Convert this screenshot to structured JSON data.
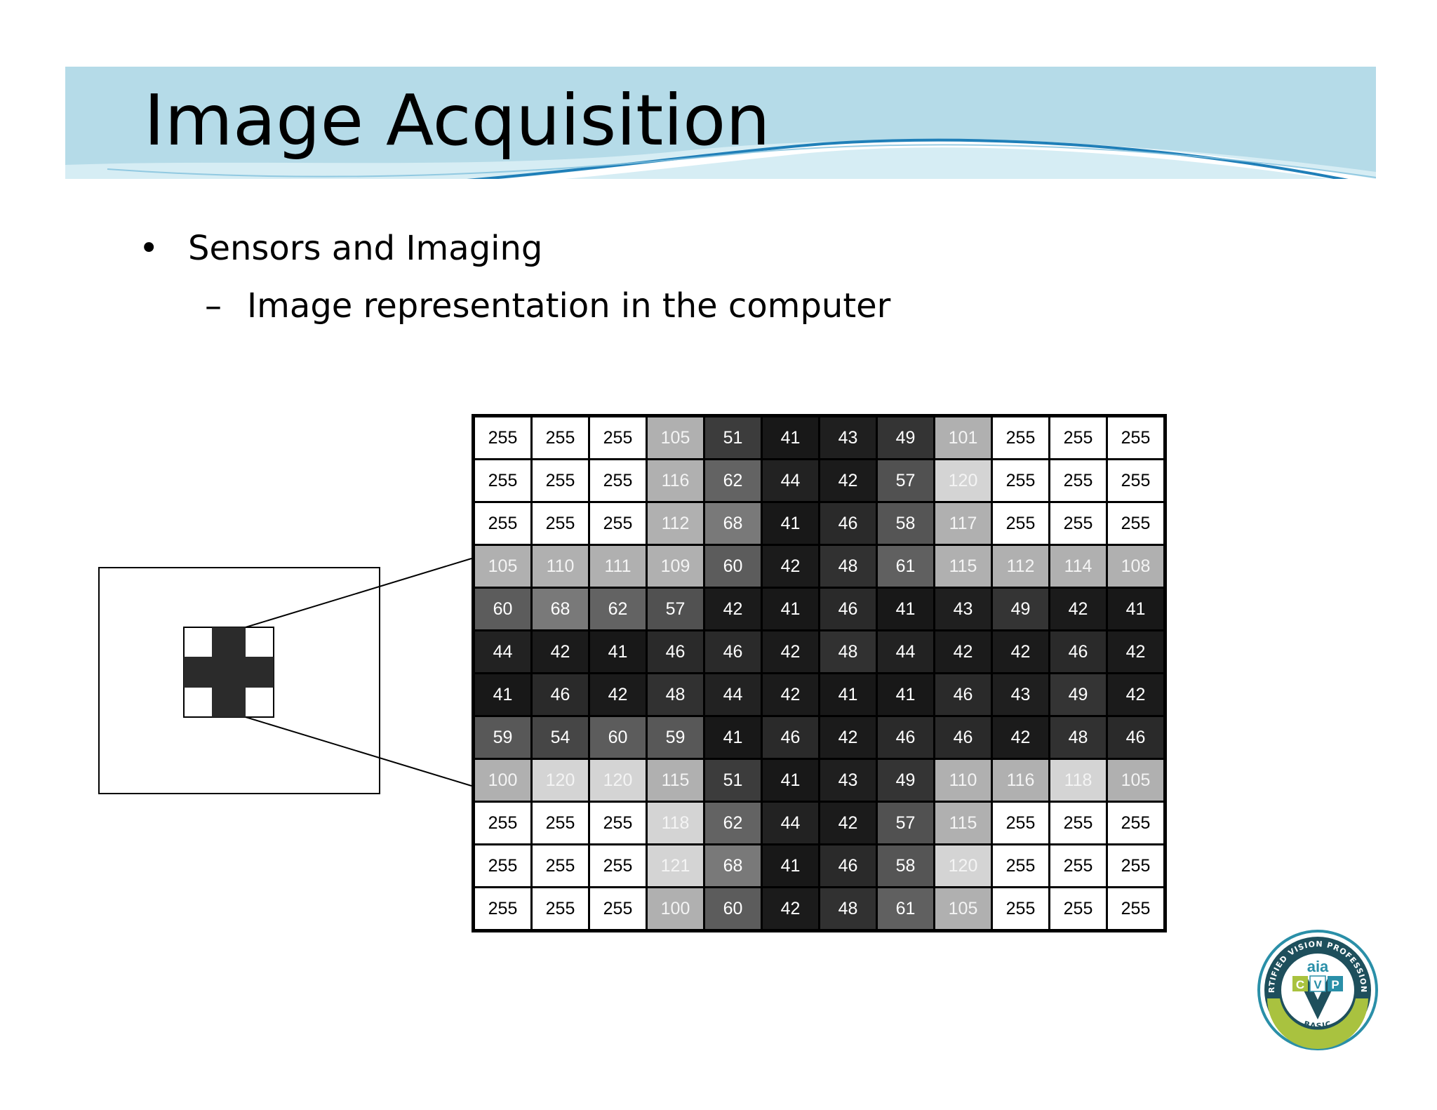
{
  "slide": {
    "title": "Image Acquisition",
    "bullets": [
      {
        "marker": "•",
        "text": "Sensors and Imaging"
      },
      {
        "marker": "–",
        "text": "Image representation in the computer"
      }
    ]
  },
  "pixel_grid": {
    "rows": [
      [
        255,
        255,
        255,
        105,
        51,
        41,
        43,
        49,
        101,
        255,
        255,
        255
      ],
      [
        255,
        255,
        255,
        116,
        62,
        44,
        42,
        57,
        120,
        255,
        255,
        255
      ],
      [
        255,
        255,
        255,
        112,
        68,
        41,
        46,
        58,
        117,
        255,
        255,
        255
      ],
      [
        105,
        110,
        111,
        109,
        60,
        42,
        48,
        61,
        115,
        112,
        114,
        108
      ],
      [
        60,
        68,
        62,
        57,
        42,
        41,
        46,
        41,
        43,
        49,
        42,
        41
      ],
      [
        44,
        42,
        41,
        46,
        46,
        42,
        48,
        44,
        42,
        42,
        46,
        42
      ],
      [
        41,
        46,
        42,
        48,
        44,
        42,
        41,
        41,
        46,
        43,
        49,
        42
      ],
      [
        59,
        54,
        60,
        59,
        41,
        46,
        42,
        46,
        46,
        42,
        48,
        46
      ],
      [
        100,
        120,
        120,
        115,
        51,
        41,
        43,
        49,
        110,
        116,
        118,
        105
      ],
      [
        255,
        255,
        255,
        118,
        62,
        44,
        42,
        57,
        115,
        255,
        255,
        255
      ],
      [
        255,
        255,
        255,
        121,
        68,
        41,
        46,
        58,
        120,
        255,
        255,
        255
      ],
      [
        255,
        255,
        255,
        100,
        60,
        42,
        48,
        61,
        105,
        255,
        255,
        255
      ]
    ]
  },
  "logo": {
    "ring_text": "CERTIFIED VISION PROFESSIONAL",
    "brand": "aia",
    "letters": [
      "C",
      "V",
      "P"
    ],
    "level": "BASIC"
  },
  "colors": {
    "banner_light": "#b5dbe8",
    "banner_swoosh": "#1f7fb8",
    "logo_teal": "#2a8fa8",
    "logo_green": "#a9c23f",
    "logo_dark": "#1e4f5c"
  }
}
